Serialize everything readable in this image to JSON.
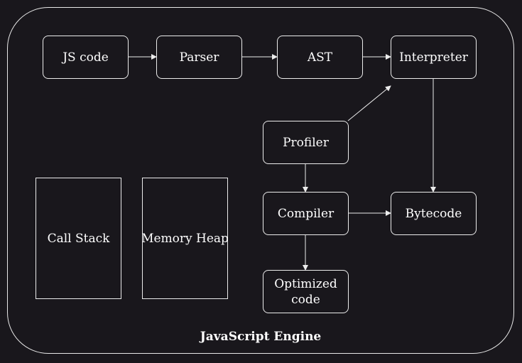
{
  "engine_title": "JavaScript Engine",
  "nodes": {
    "js_code": "JS code",
    "parser": "Parser",
    "ast": "AST",
    "interpreter": "Interpreter",
    "profiler": "Profiler",
    "bytecode": "Bytecode",
    "compiler": "Compiler",
    "optimized_code": "Optimized code",
    "call_stack": "Call Stack",
    "memory_heap": "Memory Heap"
  },
  "colors": {
    "background": "#19171c",
    "stroke": "#ececec",
    "text": "#ffffff"
  }
}
